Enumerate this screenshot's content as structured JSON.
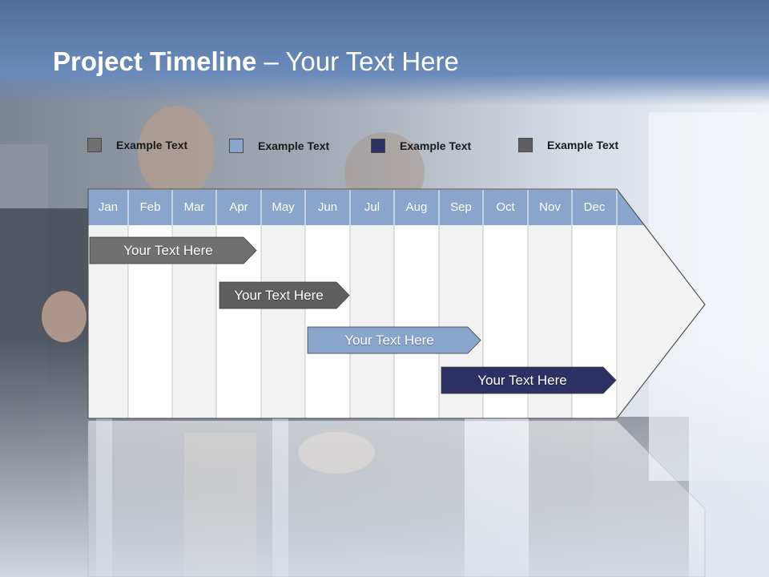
{
  "slide": {
    "title_strong": "Project Timeline",
    "title_rest": " – Your Text Here"
  },
  "legend": [
    {
      "label": "Example Text",
      "color": "#707070"
    },
    {
      "label": "Example Text",
      "color": "#8aa4cc"
    },
    {
      "label": "Example Text",
      "color": "#2e2f62"
    },
    {
      "label": "Example Text",
      "color": "#5e5e5e"
    }
  ],
  "timeline": {
    "months": [
      "Jan",
      "Feb",
      "Mar",
      "Apr",
      "May",
      "Jun",
      "Jul",
      "Aug",
      "Sep",
      "Oct",
      "Nov",
      "Dec"
    ],
    "header_color": "#8aa4cc",
    "tasks": [
      {
        "label": "Your  Text Here",
        "color": "#707070"
      },
      {
        "label": "Your  Text Here",
        "color": "#5e5e5e"
      },
      {
        "label": "Your  Text Here",
        "color": "#8aa4cc"
      },
      {
        "label": "Your  Text Here",
        "color": "#2e2f62"
      }
    ]
  }
}
